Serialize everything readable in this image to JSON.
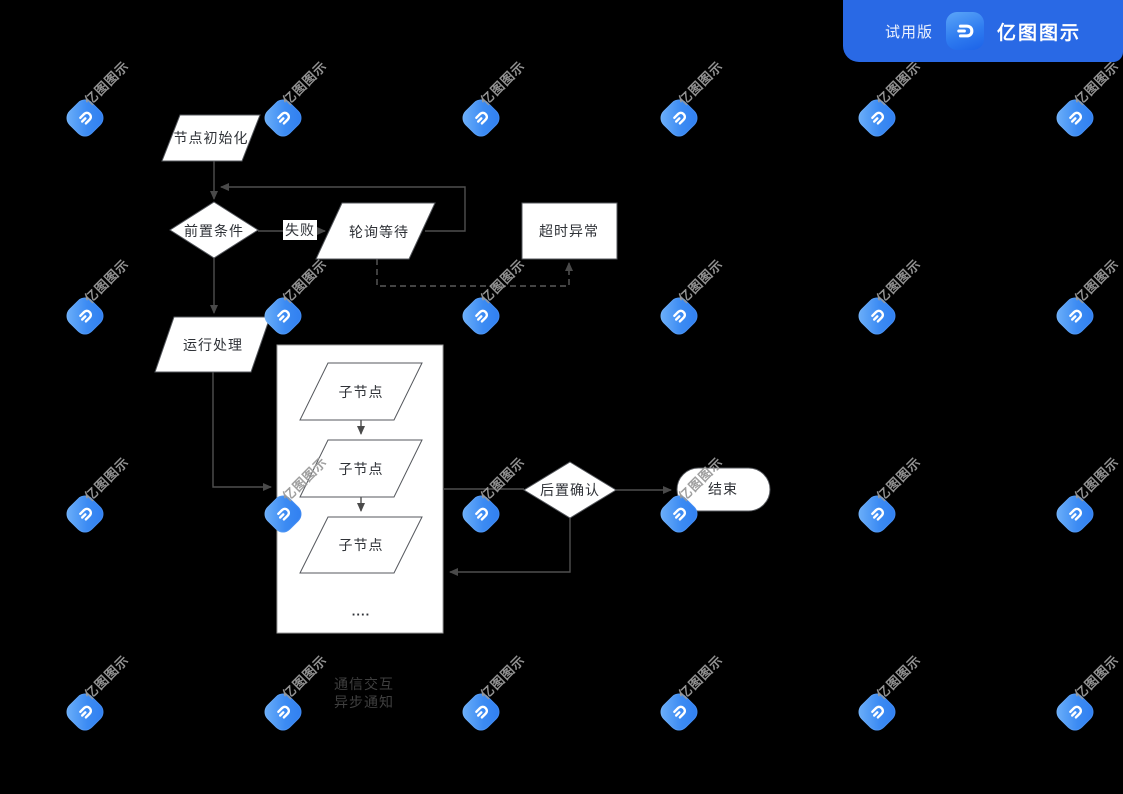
{
  "app": {
    "trial_label": "试用版",
    "app_name": "亿图图示"
  },
  "watermark": {
    "text": "亿图图示",
    "grid_x": [
      85,
      283,
      481,
      679,
      877,
      1075
    ],
    "grid_y": [
      118,
      316,
      514,
      712
    ]
  },
  "colors": {
    "background": "#000000",
    "badge_bg": "#2969e5",
    "watermark_text": "#9a9a9a",
    "shape_fill": "#ffffff",
    "shape_border": "#54575c",
    "container_border": "#9e9e9e",
    "connector": "#4f4f4f",
    "node_text": "#2f3237",
    "legend_text": "#3f3f3f"
  },
  "flowchart": {
    "nodes": {
      "init": {
        "label": "节点初始化",
        "type": "parallelogram"
      },
      "precondition": {
        "label": "前置条件",
        "type": "decision"
      },
      "poll_wait": {
        "label": "轮询等待",
        "type": "parallelogram"
      },
      "timeout": {
        "label": "超时异常",
        "type": "process"
      },
      "run": {
        "label": "运行处理",
        "type": "parallelogram"
      },
      "child1": {
        "label": "子节点",
        "type": "parallelogram"
      },
      "child2": {
        "label": "子节点",
        "type": "parallelogram"
      },
      "child3": {
        "label": "子节点",
        "type": "parallelogram"
      },
      "ellipsis": {
        "label": "....",
        "type": "text"
      },
      "post_confirm": {
        "label": "后置确认",
        "type": "decision"
      },
      "end": {
        "label": "结束",
        "type": "terminator"
      }
    },
    "edge_labels": {
      "fail": "失败"
    },
    "legend": {
      "line1": "通信交互",
      "line2": "异步通知"
    }
  }
}
